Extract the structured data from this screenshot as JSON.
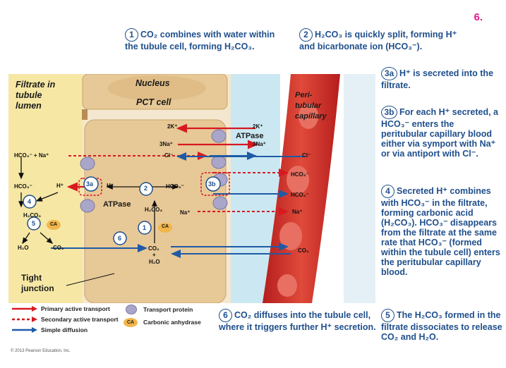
{
  "page_number": "6.",
  "callouts": {
    "c1": {
      "num": "1",
      "text": "CO₂ combines with water within the tubule cell, forming H₂CO₃."
    },
    "c2": {
      "num": "2",
      "text": "H₂CO₃ is quickly split, forming H⁺ and bicarbonate ion (HCO₃⁻)."
    },
    "c3a": {
      "num": "3a",
      "text": "H⁺ is secreted into the filtrate."
    },
    "c3b": {
      "num": "3b",
      "text": "For each H⁺ secreted, a HCO₃⁻ enters the peritubular capillary blood either via symport with Na⁺ or via antiport with Cl⁻."
    },
    "c4": {
      "num": "4",
      "text": "Secreted H⁺ combines with HCO₃⁻ in the filtrate, forming carbonic acid (H₂CO₃). HCO₃⁻ disappears from the filtrate at the same rate that HCO₃⁻ (formed within the tubule cell) enters the peritubular capillary blood."
    },
    "c5": {
      "num": "5",
      "text": "The H₂CO₃ formed in the filtrate dissociates to release CO₂ and H₂O."
    },
    "c6": {
      "num": "6",
      "text": "CO₂ diffuses into the tubule cell, where it triggers further H⁺ secretion."
    }
  },
  "labels": {
    "filtrate": "Filtrate in tubule lumen",
    "nucleus": "Nucleus",
    "pct": "PCT cell",
    "capillary": "Peri-tubular capillary",
    "tight_junction": "Tight junction",
    "atpase_top": "ATPase",
    "atpase_left": "ATPase"
  },
  "chem": {
    "k2_left": "2K⁺",
    "k2_right": "2K⁺",
    "na3_left": "3Na⁺",
    "na3_right": "3Na⁺",
    "cl_in": "Cl⁻",
    "cl_out": "Cl⁻",
    "hco3_na": "HCO₃⁻ + Na⁺",
    "hco3_lumen": "HCO₃⁻",
    "h_lumen": "H⁺",
    "h2co3_lumen": "H₂CO₃",
    "h2o_lumen": "H₂O",
    "co2_lumen": "CO₂",
    "h_cell": "H⁺",
    "hco3_cell": "HCO₃⁻",
    "h2co3_cell": "H₂CO₃",
    "na_cell": "Na⁺",
    "co2_cell": "CO₂",
    "plus": "+",
    "h2o_cell": "H₂O",
    "hco3_cap1": "HCO₃⁻",
    "hco3_cap2": "HCO₃⁻",
    "na_cap": "Na⁺",
    "co2_cap": "CO₂",
    "ca_cell": "CA",
    "ca_lumen": "CA",
    "n1": "1",
    "n2": "2",
    "n3a": "3a",
    "n3b": "3b",
    "n4": "4",
    "n5": "5",
    "n6": "6"
  },
  "legend": {
    "primary": "Primary active transport",
    "secondary": "Secondary active transport",
    "diffusion": "Simple diffusion",
    "protein": "Transport protein",
    "ca_badge": "CA",
    "ca": "Carbonic anhydrase"
  },
  "copyright": "© 2013 Pearson Education, Inc.",
  "colors": {
    "primary": "#d71920",
    "diffusion": "#1f5aa6",
    "callout_text": "#1f4f8c",
    "page_number": "#e0198c"
  }
}
